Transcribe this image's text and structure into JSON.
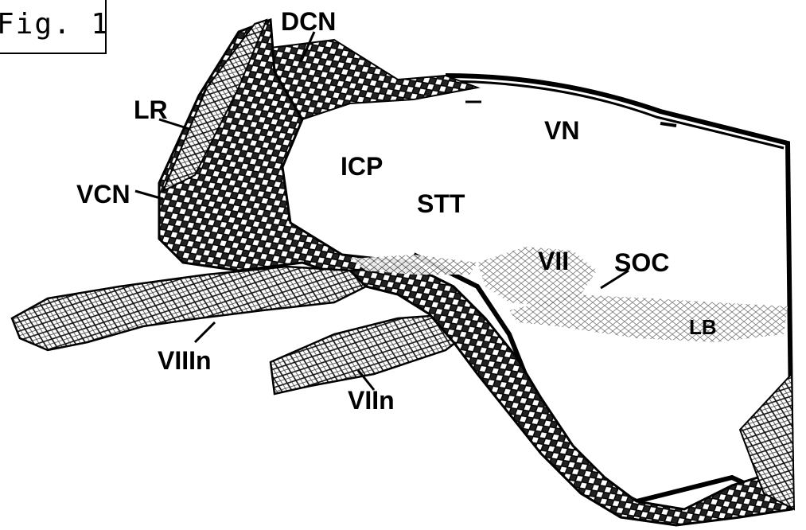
{
  "figure": {
    "fig_label": "Fig. 1",
    "labels": {
      "dcn": "DCN",
      "lr": "LR",
      "vcn": "VCN",
      "icp": "ICP",
      "stt": "STT",
      "vn": "VN",
      "vii": "VII",
      "soc": "SOC",
      "lb": "LB",
      "viiin": "VIIIn",
      "viin": "VIIn"
    },
    "colors": {
      "ink": "#000000",
      "mesh": "#1a1a1a",
      "paper": "#ffffff"
    }
  }
}
